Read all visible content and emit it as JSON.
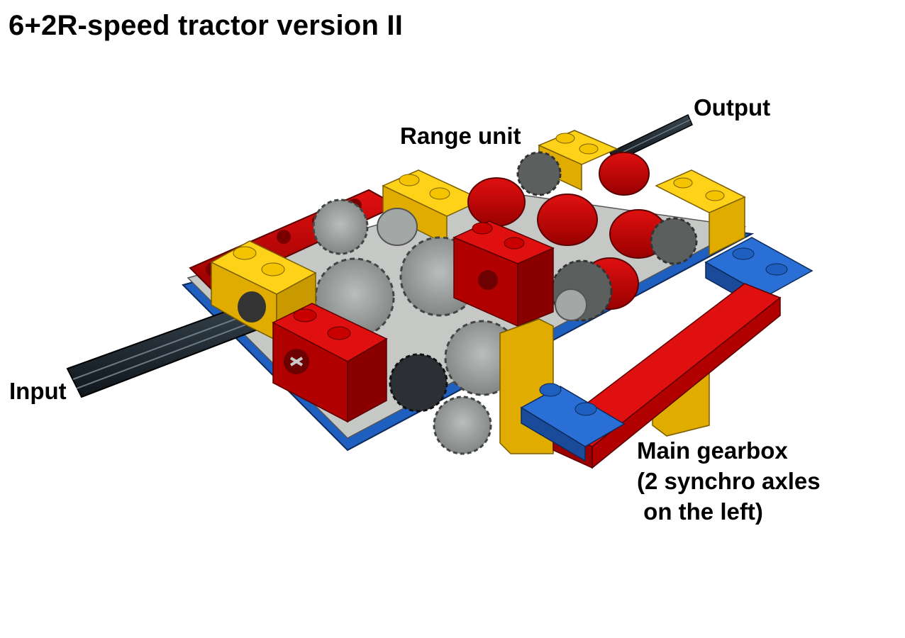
{
  "title": "6+2R-speed tractor version II",
  "labels": {
    "output": "Output",
    "range_unit": "Range unit",
    "input": "Input",
    "main_gearbox": {
      "line1": "Main gearbox",
      "line2": "(2 synchro axles",
      "line3": " on the left)"
    }
  },
  "colors": {
    "red": "#c80000",
    "yellow": "#f5c400",
    "blue": "#1f5fbf",
    "gear_grey": "#8e9290",
    "dark_grey": "#5b5f5d",
    "axle_black": "#1e2830"
  }
}
